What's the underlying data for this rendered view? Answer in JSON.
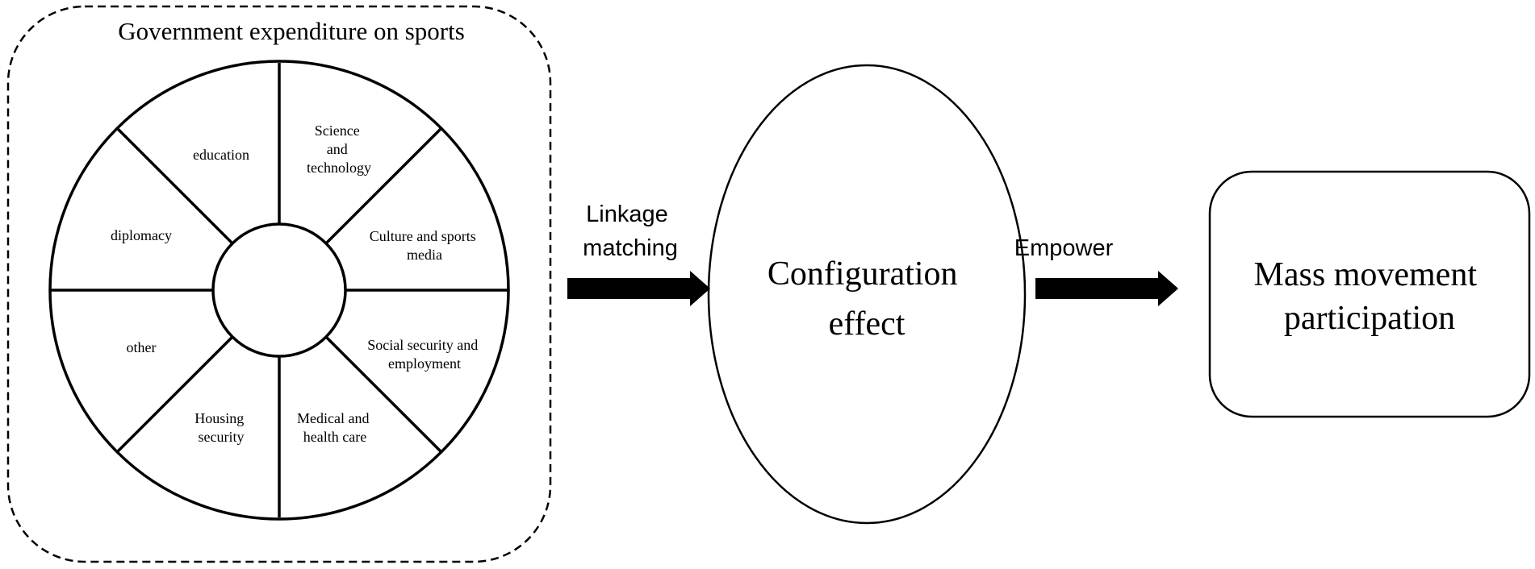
{
  "group": {
    "title": "Government expenditure on sports"
  },
  "wheel": {
    "segments": [
      {
        "id": "education",
        "lines": [
          "education"
        ]
      },
      {
        "id": "science-and-technology",
        "lines": [
          "Science",
          "and",
          "technology"
        ]
      },
      {
        "id": "culture-and-sports-media",
        "lines": [
          "Culture and sports",
          "media"
        ]
      },
      {
        "id": "social-security-and-employment",
        "lines": [
          "Social security and",
          "employment"
        ]
      },
      {
        "id": "medical-and-health-care",
        "lines": [
          "Medical and",
          "health care"
        ]
      },
      {
        "id": "housing-security",
        "lines": [
          "Housing",
          "security"
        ]
      },
      {
        "id": "other",
        "lines": [
          "other"
        ]
      },
      {
        "id": "diplomacy",
        "lines": [
          "diplomacy"
        ]
      }
    ]
  },
  "arrow1": {
    "label_lines": [
      "Linkage",
      "matching"
    ]
  },
  "center": {
    "label_lines": [
      "Configuration",
      "effect"
    ]
  },
  "arrow2": {
    "label": "Empower"
  },
  "result": {
    "label_lines": [
      "Mass movement",
      "participation"
    ]
  }
}
